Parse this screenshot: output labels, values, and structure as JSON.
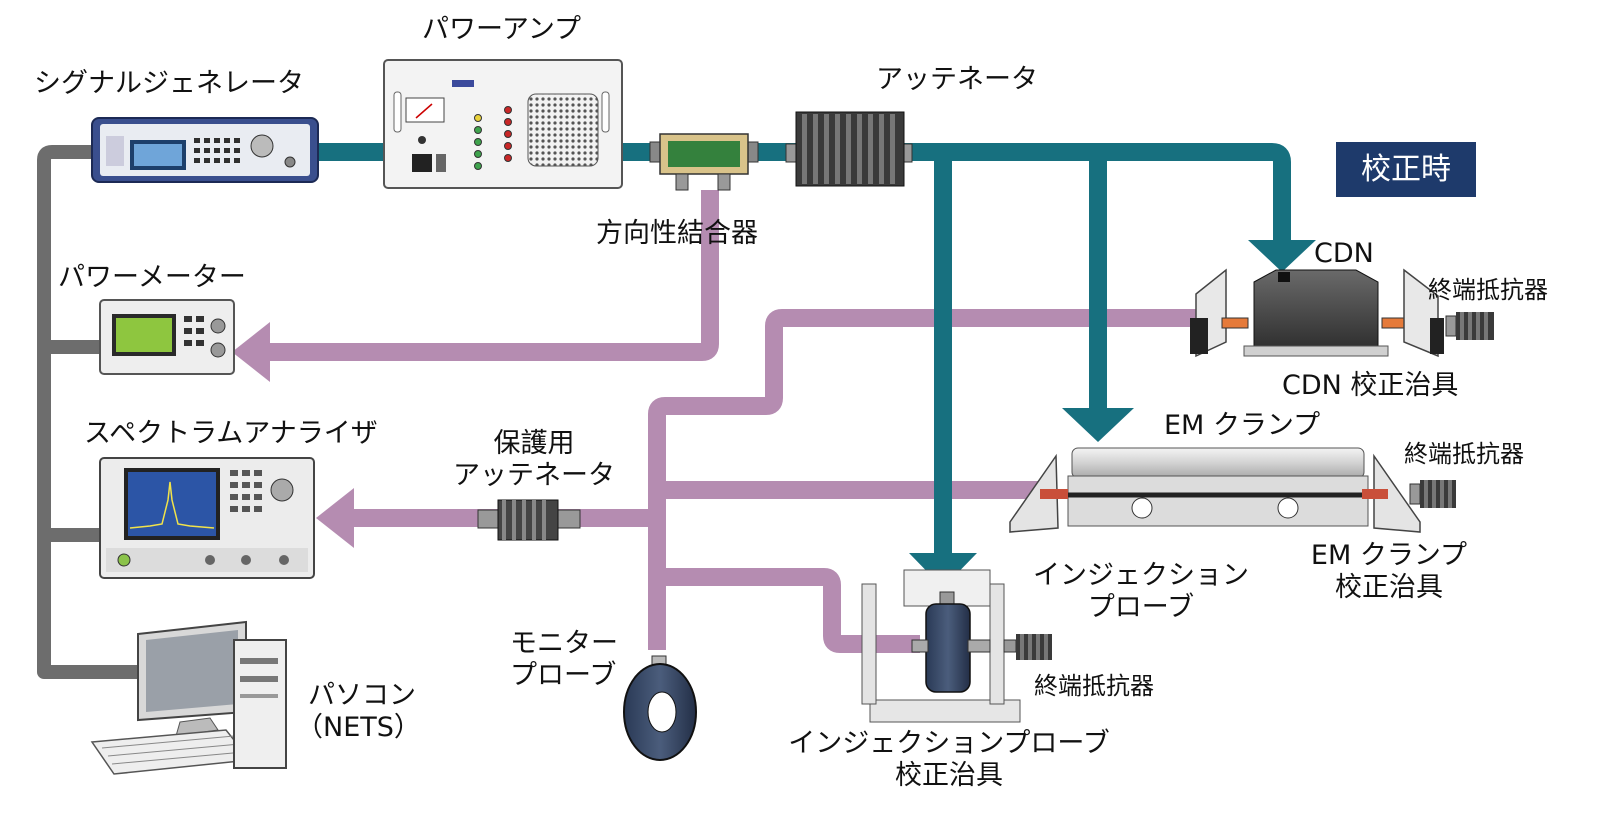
{
  "badge": "校正時",
  "labels": {
    "signal_generator": "シグナルジェネレータ",
    "power_amp": "パワーアンプ",
    "attenuator": "アッテネータ",
    "directional_coupler": "方向性結合器",
    "power_meter": "パワーメーター",
    "spectrum_analyzer": "スペクトラムアナライザ",
    "protect_atten_line1": "保護用",
    "protect_atten_line2": "アッテネータ",
    "monitor_probe_line1": "モニター",
    "monitor_probe_line2": "プローブ",
    "pc_line1": "パソコン",
    "pc_line2": "（NETS）",
    "cdn": "CDN",
    "cdn_terminator": "終端抵抗器",
    "cdn_fixture": "CDN 校正治具",
    "em_clamp": "EM クランプ",
    "em_terminator": "終端抵抗器",
    "em_fixture_line1": "EM クランプ",
    "em_fixture_line2": "校正治具",
    "inj_probe_line1": "インジェクション",
    "inj_probe_line2": "プローブ",
    "inj_terminator": "終端抵抗器",
    "inj_fixture_line1": "インジェクションプローブ",
    "inj_fixture_line2": "校正治具"
  },
  "colors": {
    "rf_path": "#17707f",
    "measure_path": "#b58cb1",
    "control_bus": "#6d6d6d",
    "badge_bg": "#1e3a6b"
  }
}
